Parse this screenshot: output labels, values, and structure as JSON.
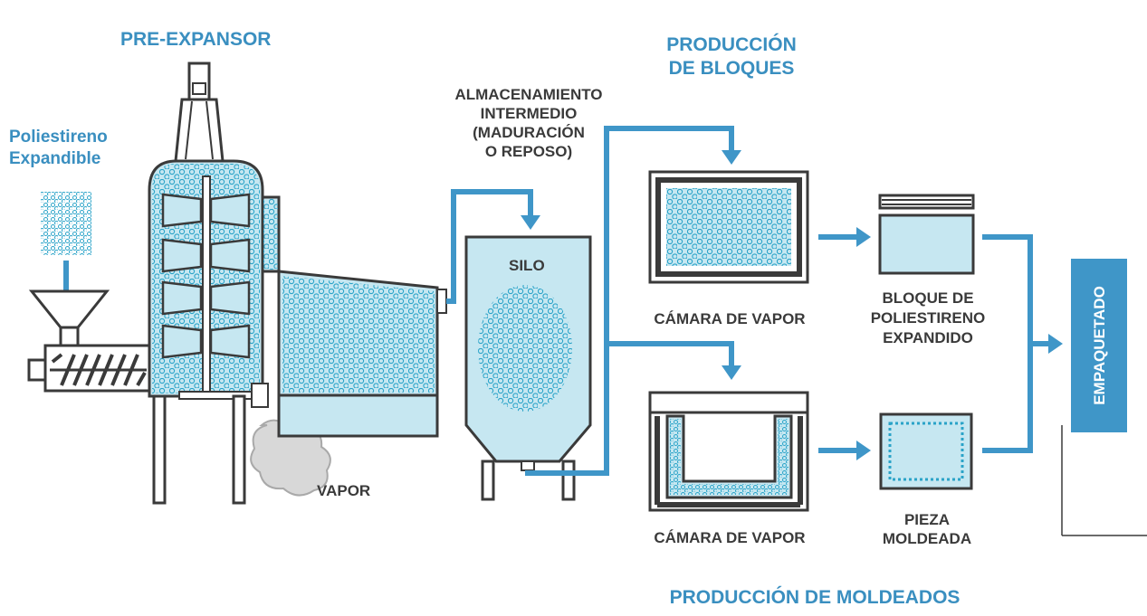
{
  "labels": {
    "pre_expansor": "PRE-EXPANSOR",
    "poliestireno_1": "Poliestireno",
    "poliestireno_2": "Expandible",
    "almacenamiento_1": "ALMACENAMIENTO",
    "almacenamiento_2": "INTERMEDIO",
    "almacenamiento_3": "(MADURACIÓN",
    "almacenamiento_4": "O REPOSO)",
    "silo": "SILO",
    "vapor": "VAPOR",
    "produccion_bloques_1": "PRODUCCIÓN",
    "produccion_bloques_2": "DE BLOQUES",
    "camara_vapor_top": "CÁMARA DE VAPOR",
    "camara_vapor_bottom": "CÁMARA DE VAPOR",
    "bloque_1": "BLOQUE DE",
    "bloque_2": "POLIESTIRENO",
    "bloque_3": "EXPANDIDO",
    "pieza_1": "PIEZA",
    "pieza_2": "MOLDEADA",
    "empaquetado": "EMPAQUETADO",
    "produccion_moldeados": "PRODUCCIÓN DE MOLDEADOS"
  },
  "colors": {
    "accent_blue": "#3f96c8",
    "light_blue": "#c6e7f1",
    "bead_blue": "#2aa3c8",
    "outline": "#3a3a3a",
    "steam_gray": "#d8d8d8"
  }
}
